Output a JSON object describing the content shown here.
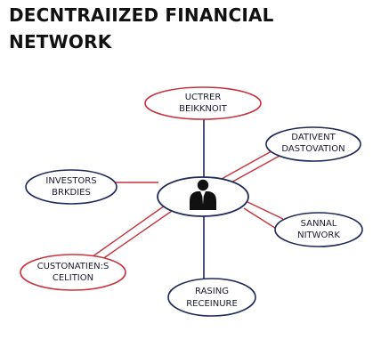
{
  "title": {
    "line1": "DECNTRAIIZED FINANCIAL",
    "line2": "NETWORK"
  },
  "colors": {
    "red": "#c8313a",
    "navy": "#1f2a5a",
    "hub_fill": "#ffffff",
    "text": "#1a1a2e"
  },
  "hub": {
    "icon": "person-icon"
  },
  "nodes": {
    "top": {
      "line1": "UCTRER",
      "line2": "BEIKKNOIT"
    },
    "top_right": {
      "line1": "DATIVENT",
      "line2": "DASTOVATION"
    },
    "left": {
      "line1": "INVESTORS",
      "line2": "BRKDIES"
    },
    "right": {
      "line1": "SANNAL",
      "line2": "NITWORK"
    },
    "bottom_left": {
      "line1": "CUSTONATIEN:S",
      "line2": "CELITION"
    },
    "bottom": {
      "line1": "RASING",
      "line2": "RECEINURE"
    }
  }
}
